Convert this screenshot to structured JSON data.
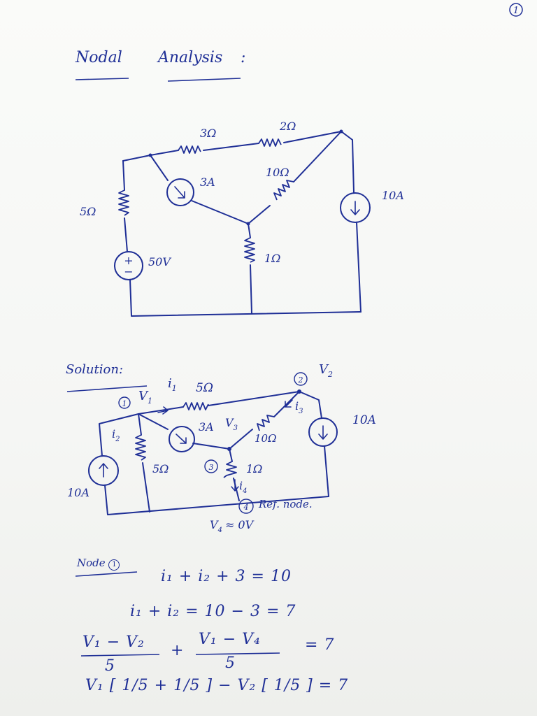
{
  "page_number": "1",
  "heading": {
    "word1": "Nodal",
    "word2": "Analysis",
    "colon": ":"
  },
  "circuit1": {
    "r_top_left": "3Ω",
    "r_top_right": "2Ω",
    "r_diag": "10Ω",
    "r_left": "5Ω",
    "r_mid": "1Ω",
    "cs_left": "3A",
    "cs_right": "10A",
    "vs": "50V"
  },
  "solution": {
    "label": "Solution:",
    "node1": "1",
    "node2": "2",
    "node3": "3",
    "node4": "4",
    "v1": "V",
    "v1_sub": "1",
    "i1": "i",
    "i1_sub": "1",
    "r_top": "5Ω",
    "v2": "V",
    "v2_sub": "2",
    "i3": "i",
    "i3_sub": "3",
    "i2": "i",
    "i2_sub": "2",
    "cs_mid": "3A",
    "v3": "V",
    "v3_sub": "3",
    "r_diag": "10Ω",
    "cs_right": "10A",
    "cs_left": "10A",
    "r_left": "5Ω",
    "r_mid": "1Ω",
    "i4": "i",
    "i4_sub": "4",
    "ref_node": "Ref. node.",
    "v4_eq": "V",
    "v4_sub": "4",
    "v4_val": "≈ 0V"
  },
  "node1_work": {
    "label": "Node",
    "label_num": "1",
    "line1": "i₁ + i₂ + 3   = 10",
    "line2": "i₁ + i₂  = 10 − 3 = 7",
    "line3_num1": "V₁ − V₂",
    "line3_den1": "5",
    "line3_plus": "+",
    "line3_num2": "V₁ − V₄",
    "line3_den2": "5",
    "line3_rhs": "= 7",
    "line4": "V₁ [ 1/5 + 1/5 ] − V₂ [ 1/5 ] = 7"
  }
}
